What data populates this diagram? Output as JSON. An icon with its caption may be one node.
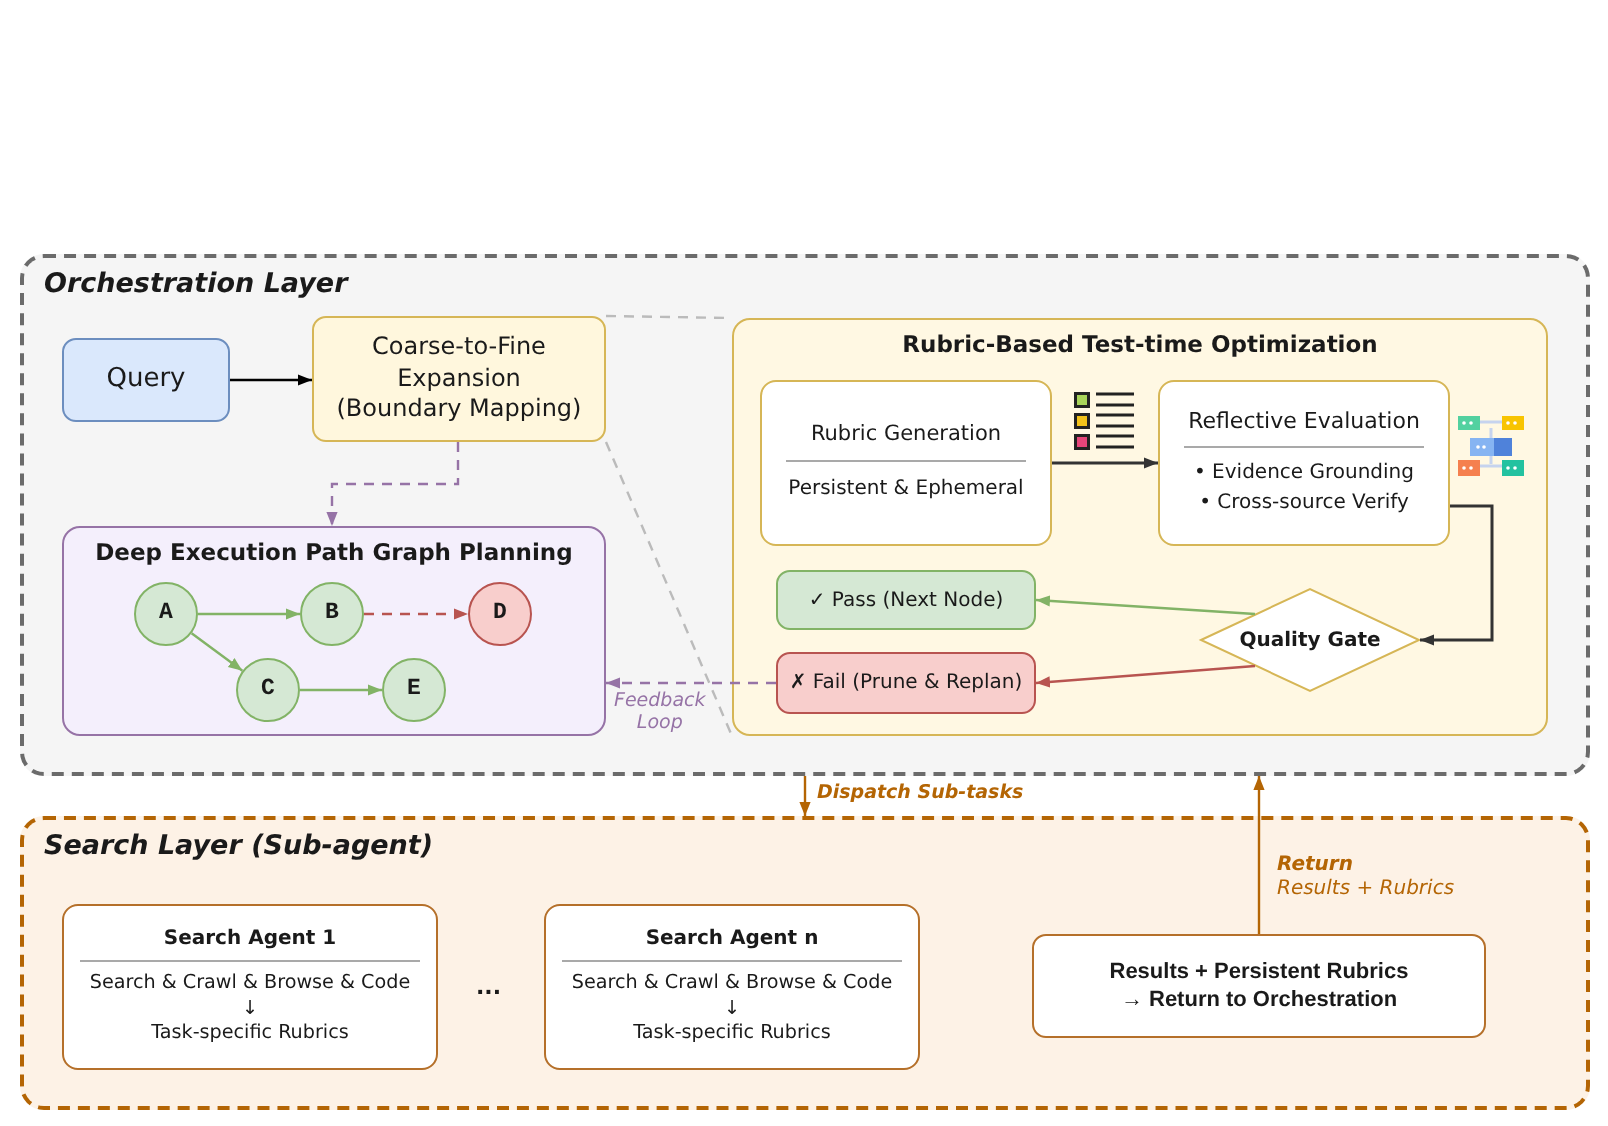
{
  "diagram": {
    "nodes": [
      {
        "text": [
          "Orchestration Layer"
        ]
      },
      {
        "text": [
          "Query"
        ],
        "in": 0
      },
      {
        "text": [
          "Coarse-to-Fine Expansion (Boundary Mapping)"
        ],
        "in": 0
      },
      {
        "text": [
          "Deep Execution Path Graph Planning"
        ],
        "in": 0
      },
      {
        "text": [
          "A"
        ],
        "in": 3
      },
      {
        "text": [
          "B"
        ],
        "in": 3
      },
      {
        "text": [
          "D"
        ],
        "in": 3
      },
      {
        "text": [
          "C"
        ],
        "in": 3
      },
      {
        "text": [
          "E"
        ],
        "in": 3
      },
      {
        "text": [
          "Rubric-Based Test-time Optimization"
        ],
        "in": 0
      },
      {
        "text": [
          "Rubric Generation",
          "Persistent & Ephemeral"
        ],
        "in": 9
      },
      {
        "text": [
          "Reflective Evaluation",
          "• Evidence Grounding",
          "• Cross-source Verify"
        ],
        "in": 9
      },
      {
        "text": [
          "✓ Pass (Next Node)"
        ],
        "in": 9
      },
      {
        "text": [
          "✗ Fail (Prune & Replan)"
        ],
        "in": 9
      },
      {
        "text": [
          "Quality Gate"
        ],
        "in": 9
      },
      {
        "text": [
          "Search Layer (Sub-agent)"
        ]
      },
      {
        "text": [
          "Search Agent 1",
          "Search & Crawl & Browse & Code",
          "↓",
          "Task-specific Rubrics"
        ],
        "in": 15
      },
      {
        "text": [
          "Search Agent n",
          "Search & Crawl & Browse & Code",
          "↓",
          "Task-specific Rubrics"
        ],
        "in": 15
      },
      {
        "text": [
          "Results + Persistent Rubrics",
          "→ Return to Orchestration"
        ],
        "in": 15
      }
    ],
    "edges": [
      {
        "from": 1,
        "to": 2,
        "arrow": "to",
        "color": "#000000"
      },
      {
        "from": 2,
        "to": 3,
        "arrow": "to",
        "style": "dashed",
        "color": "#9673a6"
      },
      {
        "from": 4,
        "to": 5,
        "arrow": "to"
      },
      {
        "from": 5,
        "to": 6,
        "arrow": "to",
        "style": "dashed",
        "color": "#b85450"
      },
      {
        "from": 4,
        "to": 7,
        "arrow": "to"
      },
      {
        "from": 7,
        "to": 8,
        "arrow": "to"
      },
      {
        "from": 10,
        "to": 11,
        "arrow": "to",
        "color": "#333333"
      },
      {
        "from": 11,
        "to": 14,
        "arrow": "to",
        "color": "#333333"
      },
      {
        "from": 14,
        "to": 12,
        "arrow": "to"
      },
      {
        "from": 14,
        "to": 13,
        "arrow": "to",
        "color": "#b85450"
      },
      {
        "from": 13,
        "to": 3,
        "arrow": "to",
        "style": "dashed",
        "color": "#9673a6",
        "label": "Feedback Loop"
      },
      {
        "from": 0,
        "to": 15,
        "arrow": "to",
        "color": "#b46504",
        "label": "Dispatch Sub-tasks"
      },
      {
        "from": 18,
        "to": 0,
        "arrow": "to",
        "color": "#b46504",
        "label": "**Return** Results + Rubrics"
      },
      {
        "from": 2,
        "to": 9,
        "arrow": "none",
        "style": "dashed",
        "color": "#bbbbbb"
      },
      {
        "from": 2,
        "to": 9,
        "arrow": "none",
        "style": "dashed",
        "color": "#bbbbbb"
      }
    ],
    "labels": [
      "..."
    ]
  }
}
